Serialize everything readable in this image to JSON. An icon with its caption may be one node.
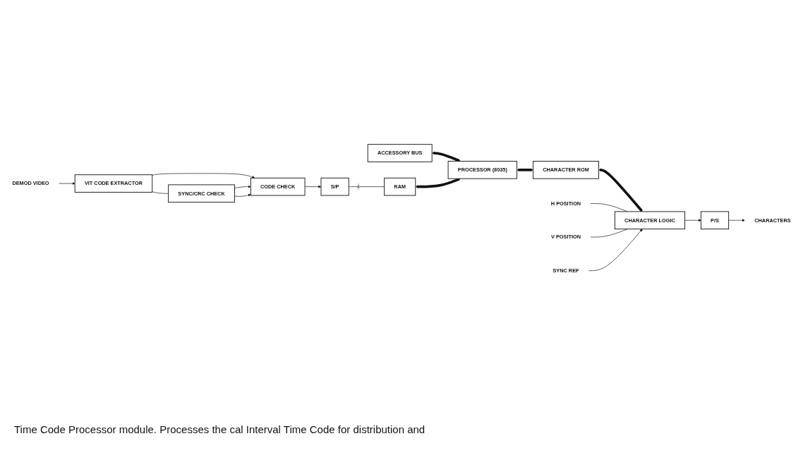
{
  "diagram": {
    "caption": "Time Code Processor module. Processes the cal Interval Time Code for distribution and",
    "nodes": [
      {
        "text": [
          "DEMOD VIDEO"
        ]
      },
      {
        "text": [
          "VIT CODE EXTRACTOR"
        ]
      },
      {
        "text": [
          "SYNC/CRC CHECK"
        ]
      },
      {
        "text": [
          "CODE CHECK"
        ]
      },
      {
        "text": [
          "S/P"
        ]
      },
      {
        "text": [
          "RAM"
        ]
      },
      {
        "text": [
          "ACCESSORY BUS"
        ]
      },
      {
        "text": [
          "PROCESSOR (8035)"
        ]
      },
      {
        "text": [
          "CHARACTER ROM"
        ]
      },
      {
        "text": [
          "H POSITION"
        ]
      },
      {
        "text": [
          "V POSITION"
        ]
      },
      {
        "text": [
          "CHARACTER LOGIC"
        ]
      },
      {
        "text": [
          "P/S"
        ]
      },
      {
        "text": [
          "CHARACTERS"
        ]
      },
      {
        "text": [
          "SYNC REF"
        ]
      }
    ],
    "edges": [
      {
        "from": 0,
        "to": 1,
        "arrow": "to"
      },
      {
        "from": 1,
        "to": 2,
        "arrow": "none"
      },
      {
        "from": 1,
        "to": 3,
        "arrow": "to"
      },
      {
        "from": 2,
        "to": 3,
        "arrow": "to"
      },
      {
        "from": 2,
        "to": 3,
        "arrow": "to"
      },
      {
        "from": 3,
        "to": 4,
        "arrow": "to"
      },
      {
        "from": 4,
        "to": 5,
        "arrow": "none",
        "label": "4"
      },
      {
        "from": 6,
        "to": 7,
        "arrow": "both",
        "style": "thick"
      },
      {
        "from": 5,
        "to": 7,
        "arrow": "both",
        "style": "thick"
      },
      {
        "from": 7,
        "to": 8,
        "arrow": "both",
        "style": "thick"
      },
      {
        "from": 8,
        "to": 11,
        "arrow": "both",
        "style": "thick"
      },
      {
        "from": 9,
        "to": 11,
        "arrow": "none"
      },
      {
        "from": 10,
        "to": 11,
        "arrow": "none"
      },
      {
        "from": 11,
        "to": 12,
        "arrow": "to"
      },
      {
        "from": 12,
        "to": 13,
        "arrow": "to"
      },
      {
        "from": 14,
        "to": 11,
        "arrow": "to"
      }
    ]
  }
}
